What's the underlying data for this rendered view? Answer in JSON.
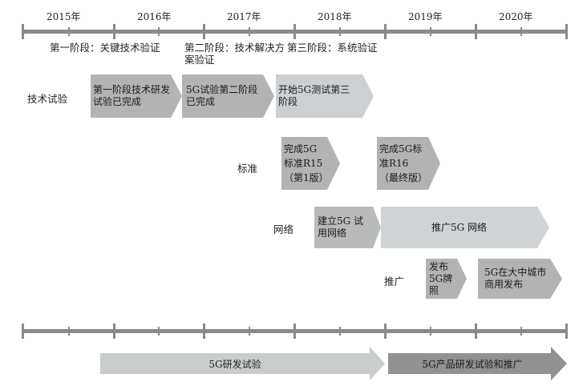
{
  "years": [
    "2015年",
    "2016年",
    "2017年",
    "2018年",
    "2019年",
    "2020年"
  ],
  "stages": {
    "stage1": "第一阶段：关键技术验证",
    "stage2": "第二阶段：技术解决方案验证",
    "stage3": "第三阶段：系统验证"
  },
  "rows": {
    "tech_trial": "技术试验",
    "standard": "标准",
    "network": "网络",
    "promotion": "推广"
  },
  "boxes": {
    "tech1": "第一阶段技术研发试验已完成",
    "tech2": "5G试验第二阶段已完成",
    "tech3": "开始5G测试第三阶段",
    "std1": "完成5G标准R15（第1版）",
    "std2": "完成5G标准R16（最终版）",
    "net1": "建立5G 试用网络",
    "net2": "推广5G 网络",
    "promo1": "发布5G牌照",
    "promo2": "5G在大中城市商用发布"
  },
  "bottom": {
    "rd_trial": "5G研发试验",
    "product": "5G产品研发试验和推广"
  },
  "colors": {
    "box": "#b3b3b3",
    "box_light": "#cfd3d5",
    "band_dark": "#8d8f91",
    "axis": "#808080"
  }
}
